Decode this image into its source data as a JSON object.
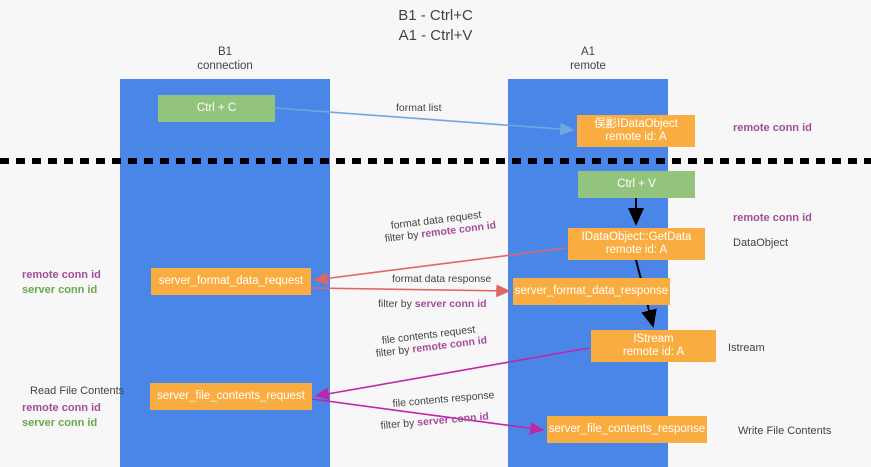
{
  "title": {
    "line1": "B1 - Ctrl+C",
    "line2": "A1 - Ctrl+V"
  },
  "lanes": [
    {
      "id": "b1",
      "name": "B1",
      "role": "connection",
      "color": "#4a86e8"
    },
    {
      "id": "a1",
      "name": "A1",
      "role": "remote",
      "color": "#4a86e8"
    }
  ],
  "colors": {
    "lane": "#4a86e8",
    "action_node": "#93c47d",
    "message_node": "#f9ad41",
    "remote_conn_id": "#a64d9a",
    "server_conn_id": "#6aa84f",
    "arrow_blue": "#6fa8dc",
    "arrow_red": "#e06666",
    "arrow_magenta": "#c026a8",
    "arrow_black": "#000000",
    "divider": "#000000"
  },
  "nodes": {
    "ctrl_c": {
      "label": "Ctrl + C",
      "kind": "action"
    },
    "dataobject": {
      "label": "俣彲IDataObject",
      "sub": "remote id: A",
      "kind": "message"
    },
    "ctrl_v": {
      "label": "Ctrl + V",
      "kind": "action"
    },
    "getdata": {
      "label": "IDataObject::GetData",
      "sub": "remote id: A",
      "kind": "message"
    },
    "server_format_data_request": {
      "label": "server_format_data_request",
      "kind": "message"
    },
    "server_format_data_response": {
      "label": "server_format_data_response",
      "kind": "message"
    },
    "istream": {
      "label": "IStream",
      "sub": "remote id: A",
      "kind": "message"
    },
    "server_file_contents_request": {
      "label": "server_file_contents_request",
      "kind": "message"
    },
    "server_file_contents_response": {
      "label": "server_file_contents_response",
      "kind": "message"
    }
  },
  "edge_labels": {
    "format_list": "format list",
    "format_data_request": "format data request",
    "format_data_request_filter_prefix": "filter by ",
    "format_data_request_filter_key": "remote conn id",
    "format_data_response": "format data response",
    "format_data_response_filter_prefix": "filter by ",
    "format_data_response_filter_key": "server conn id",
    "file_contents_request": "file contents request",
    "file_contents_request_filter_prefix": "filter by ",
    "file_contents_request_filter_key": "remote conn id",
    "file_contents_response": "file contents response",
    "file_contents_response_filter_prefix": "filter by ",
    "file_contents_response_filter_key": "server conn id"
  },
  "annotations": {
    "right_1": "remote conn id",
    "right_2": "remote conn id",
    "right_3": "DataObject",
    "right_4": "Istream",
    "right_5": "Write File Contents",
    "left_1_remote": "remote conn id",
    "left_1_server": "server conn id",
    "left_2": "Read File Contents",
    "left_3_remote": "remote conn id",
    "left_3_server": "server conn id"
  }
}
